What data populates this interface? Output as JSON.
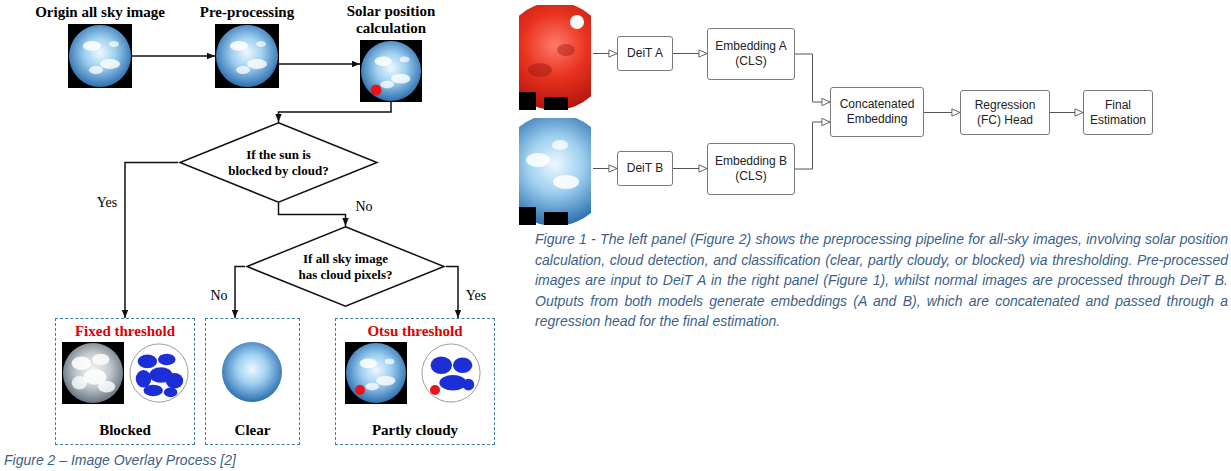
{
  "diagram": {
    "caption": "Figure 1 - The left panel (Figure 2) shows the preprocessing pipeline for all-sky images, involving solar position calculation, cloud detection, and classification (clear, partly cloudy, or blocked) via thresholding. Pre-processed images are input to DeiT A in the right panel (Figure 1), whilst normal images are processed through DeiT B. Outputs from both models generate embeddings (A and B), which are concatenated and passed through a regression head for the final estimation.",
    "nodes": [
      {
        "text": [
          "Origin all sky image"
        ]
      },
      {
        "text": [
          "Pre-processing"
        ]
      },
      {
        "text": [
          "Solar position calculation"
        ]
      },
      {
        "text": [
          "If the sun is blocked by cloud?"
        ]
      },
      {
        "text": [
          "If all sky image has cloud pixels?"
        ]
      },
      {
        "text": [
          "Fixed threshold",
          "Blocked"
        ]
      },
      {
        "text": [
          "Clear"
        ]
      },
      {
        "text": [
          "Otsu threshold",
          "Partly cloudy"
        ]
      },
      {
        "text": [
          "DeiT A"
        ]
      },
      {
        "text": [
          "Embedding A (CLS)"
        ]
      },
      {
        "text": [
          "DeiT B"
        ]
      },
      {
        "text": [
          "Embedding B (CLS)"
        ]
      },
      {
        "text": [
          "Concatenated Embedding"
        ]
      },
      {
        "text": [
          "Regression (FC) Head"
        ]
      },
      {
        "text": [
          "Final Estimation"
        ]
      }
    ],
    "edges": [
      {
        "from": 0,
        "to": 1,
        "arrow": "to"
      },
      {
        "from": 1,
        "to": 2,
        "arrow": "to"
      },
      {
        "from": 2,
        "to": 3,
        "arrow": "to"
      },
      {
        "from": 3,
        "to": 5,
        "label": "Yes",
        "arrow": "to"
      },
      {
        "from": 3,
        "to": 4,
        "label": "No",
        "arrow": "to"
      },
      {
        "from": 4,
        "to": 6,
        "label": "No",
        "arrow": "to"
      },
      {
        "from": 4,
        "to": 7,
        "label": "Yes",
        "arrow": "to"
      },
      {
        "from": 8,
        "to": 9,
        "arrow": "to"
      },
      {
        "from": 10,
        "to": 11,
        "arrow": "to"
      },
      {
        "from": 9,
        "to": 12,
        "arrow": "to"
      },
      {
        "from": 11,
        "to": 12,
        "arrow": "to"
      },
      {
        "from": 12,
        "to": 13,
        "arrow": "to"
      },
      {
        "from": 13,
        "to": 14,
        "arrow": "to"
      }
    ],
    "labels": [
      "Figure 2 – Image Overlay Process [2]"
    ]
  }
}
